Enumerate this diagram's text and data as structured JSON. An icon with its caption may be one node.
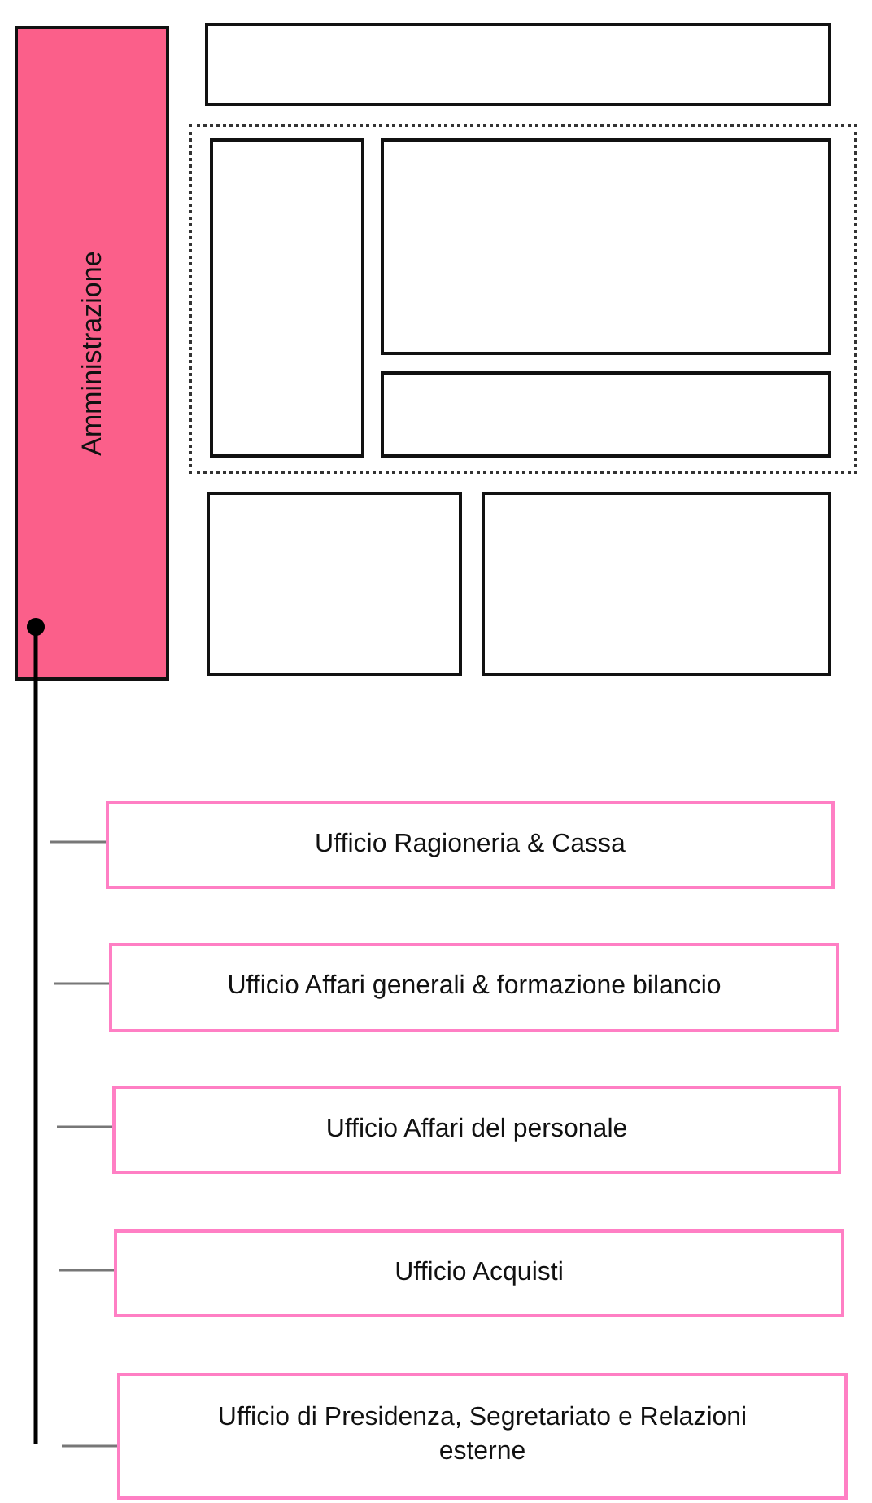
{
  "diagram": {
    "nodes": [
      {
        "text": [
          "Amministrazione"
        ]
      },
      {
        "text": [],
        "shape": "box"
      },
      {
        "text": [],
        "shape": "box"
      },
      {
        "text": [],
        "shape": "box",
        "in": 2
      },
      {
        "text": [],
        "shape": "box",
        "in": 2
      },
      {
        "text": [],
        "shape": "box",
        "in": 2
      },
      {
        "text": [],
        "shape": "box"
      },
      {
        "text": [],
        "shape": "box"
      },
      {
        "text": [
          "Ufficio Ragioneria & Cassa"
        ]
      },
      {
        "text": [
          "Ufficio Affari generali & formazione bilancio"
        ]
      },
      {
        "text": [
          "Ufficio Affari del personale"
        ]
      },
      {
        "text": [
          "Ufficio Acquisti"
        ]
      },
      {
        "text": [
          "Ufficio di Presidenza, Segretariato e Relazioni esterne"
        ]
      }
    ],
    "edges": [
      {
        "from": 0,
        "to": null,
        "arrow": "other",
        "color": "#000000"
      },
      {
        "from": null,
        "to": 8,
        "arrow": "none"
      },
      {
        "from": null,
        "to": 9,
        "arrow": "none"
      },
      {
        "from": null,
        "to": 10,
        "arrow": "none"
      },
      {
        "from": null,
        "to": 11,
        "arrow": "none"
      },
      {
        "from": null,
        "to": 12,
        "arrow": "none"
      }
    ]
  }
}
